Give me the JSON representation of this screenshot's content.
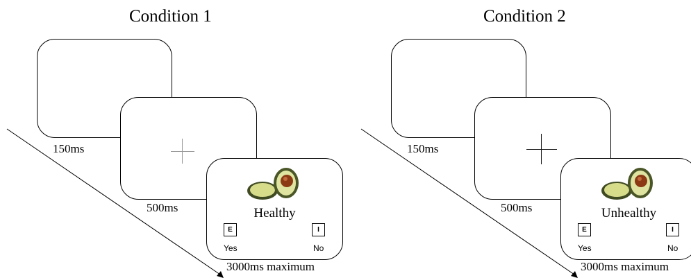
{
  "conditions": [
    {
      "title": "Condition 1",
      "blank_duration": "150ms",
      "fixation_duration": "500ms",
      "trial_duration": "3000ms maximum",
      "stimulus": {
        "image": "avocado",
        "word": "Healthy",
        "left_key": "E",
        "right_key": "I",
        "left_label": "Yes",
        "right_label": "No"
      }
    },
    {
      "title": "Condition 2",
      "blank_duration": "150ms",
      "fixation_duration": "500ms",
      "trial_duration": "3000ms maximum",
      "stimulus": {
        "image": "avocado",
        "word": "Unhealthy",
        "left_key": "E",
        "right_key": "I",
        "left_label": "Yes",
        "right_label": "No"
      }
    }
  ],
  "icons": {
    "food": "avocado-icon",
    "fixation": "fixation-cross-icon"
  }
}
